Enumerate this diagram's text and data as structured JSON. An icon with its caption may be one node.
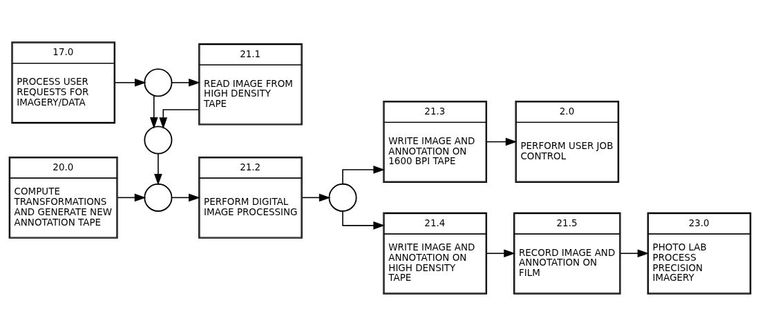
{
  "diagram": {
    "nodes": [
      {
        "text": [
          "17.0",
          "PROCESS USER REQUESTS FOR IMAGERY/DATA"
        ]
      },
      {
        "text": [],
        "shape": "circle"
      },
      {
        "text": [
          "21.1",
          "READ IMAGE FROM HIGH DENSITY TAPE"
        ]
      },
      {
        "text": [
          "21.3",
          "WRITE IMAGE AND ANNOTATION ON 1600 BPI TAPE"
        ]
      },
      {
        "text": [
          "2.0",
          "PERFORM USER JOB CONTROL"
        ]
      },
      {
        "text": [],
        "shape": "circle"
      },
      {
        "text": [
          "20.0",
          "COMPUTE TRANSFORMATIONS AND GENERATE NEW ANNOTATION TAPE"
        ]
      },
      {
        "text": [],
        "shape": "circle"
      },
      {
        "text": [
          "21.2",
          "PERFORM DIGITAL IMAGE PROCESSING"
        ]
      },
      {
        "text": [],
        "shape": "circle"
      },
      {
        "text": [
          "21.4",
          "WRITE IMAGE AND ANNOTATION ON HIGH DENSITY TAPE"
        ]
      },
      {
        "text": [
          "21.5",
          "RECORD IMAGE AND ANNOTATION ON FILM"
        ]
      },
      {
        "text": [
          "23.0",
          "PHOTO LAB PROCESS PRECISION IMAGERY"
        ]
      }
    ],
    "edges": [
      {
        "from": 0,
        "to": 1,
        "arrow": "to"
      },
      {
        "from": 1,
        "to": 2,
        "arrow": "to"
      },
      {
        "from": 1,
        "to": 5,
        "arrow": "to"
      },
      {
        "from": 2,
        "to": 5,
        "arrow": "to"
      },
      {
        "from": 5,
        "to": 7,
        "arrow": "to"
      },
      {
        "from": 6,
        "to": 7,
        "arrow": "to"
      },
      {
        "from": 7,
        "to": 8,
        "arrow": "to"
      },
      {
        "from": 8,
        "to": 9,
        "arrow": "to"
      },
      {
        "from": 9,
        "to": 3,
        "arrow": "to"
      },
      {
        "from": 3,
        "to": 4,
        "arrow": "to"
      },
      {
        "from": 9,
        "to": 10,
        "arrow": "to"
      },
      {
        "from": 10,
        "to": 11,
        "arrow": "to"
      },
      {
        "from": 11,
        "to": 12,
        "arrow": "to"
      }
    ]
  }
}
